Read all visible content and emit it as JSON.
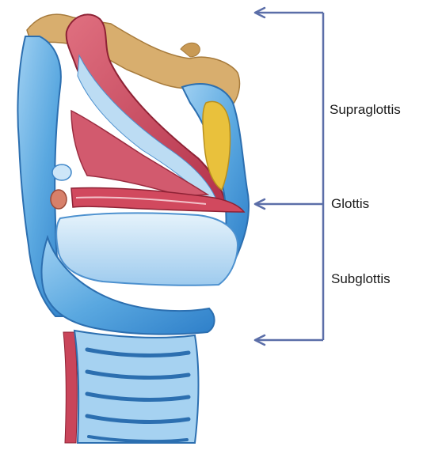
{
  "labels": {
    "supraglottis": "Supraglottis",
    "glottis": "Glottis",
    "subglottis": "Subglottis"
  },
  "colors": {
    "bracket": "#5b6ea8",
    "cartilage_blue": "#6fb3e6",
    "cartilage_light": "#cfe6f7",
    "muscle_red": "#c9455a",
    "bone_tan": "#d9b070",
    "fat_yellow": "#e8c13a"
  }
}
